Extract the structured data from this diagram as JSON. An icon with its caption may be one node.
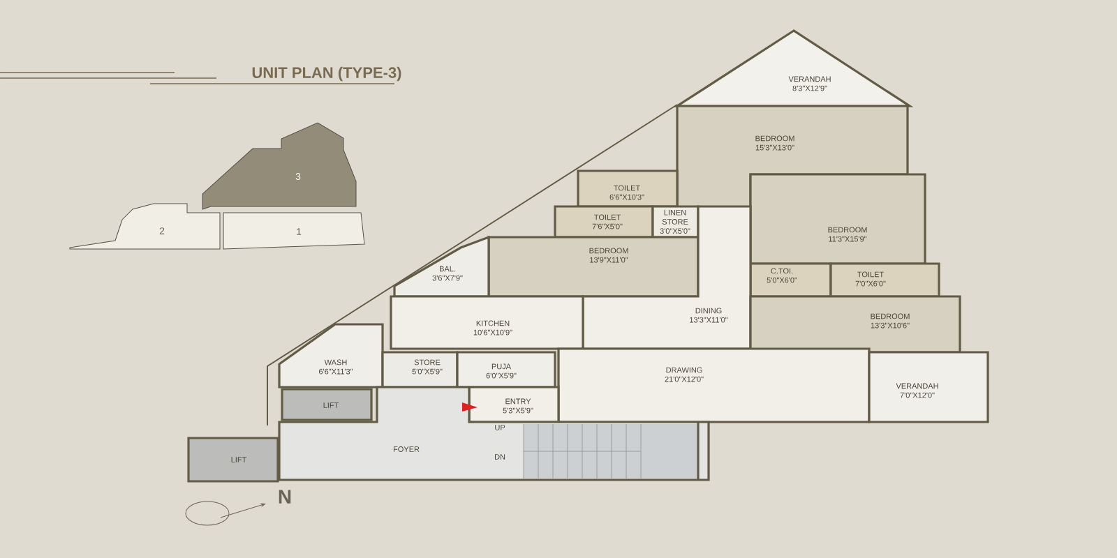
{
  "diagram": {
    "title": "UNIT PLAN (TYPE-3)",
    "nodes": [
      {
        "text": [
          "VERANDAH",
          "8'3\"X12'9\""
        ]
      },
      {
        "text": [
          "BEDROOM",
          "15'3\"X13'0\""
        ]
      },
      {
        "text": [
          "TOILET",
          "6'6\"X10'3\""
        ]
      },
      {
        "text": [
          "TOILET",
          "7'6\"X5'0\""
        ]
      },
      {
        "text": [
          "LINEN STORE",
          "3'0\"X5'0\""
        ]
      },
      {
        "text": [
          "BEDROOM",
          "11'3\"X15'9\""
        ]
      },
      {
        "text": [
          "BEDROOM",
          "13'9\"X11'0\""
        ]
      },
      {
        "text": [
          "C.TOI.",
          "5'0\"X6'0\""
        ]
      },
      {
        "text": [
          "TOILET",
          "7'0\"X6'0\""
        ]
      },
      {
        "text": [
          "BAL.",
          "3'6\"X7'9\""
        ]
      },
      {
        "text": [
          "DINING",
          "13'3\"X11'0\""
        ]
      },
      {
        "text": [
          "KITCHEN",
          "10'6\"X10'9\""
        ]
      },
      {
        "text": [
          "BEDROOM",
          "13'3\"X10'6\""
        ]
      },
      {
        "text": [
          "WASH",
          "6'6\"X11'3\""
        ]
      },
      {
        "text": [
          "STORE",
          "5'0\"X5'9\""
        ]
      },
      {
        "text": [
          "PUJA",
          "6'0\"X5'9\""
        ]
      },
      {
        "text": [
          "DRAWING",
          "21'0\"X12'0\""
        ]
      },
      {
        "text": [
          "VERANDAH",
          "7'0\"X12'0\""
        ]
      },
      {
        "text": [
          "ENTRY",
          "5'3\"X5'9\""
        ]
      },
      {
        "text": [
          "LIFT"
        ]
      },
      {
        "text": [
          "FOYER"
        ]
      },
      {
        "text": [
          "LIFT"
        ]
      },
      {
        "text": [
          "3"
        ]
      },
      {
        "text": [
          "2"
        ]
      },
      {
        "text": [
          "1"
        ]
      }
    ],
    "labels": [
      "UP",
      "DN",
      "N"
    ]
  }
}
